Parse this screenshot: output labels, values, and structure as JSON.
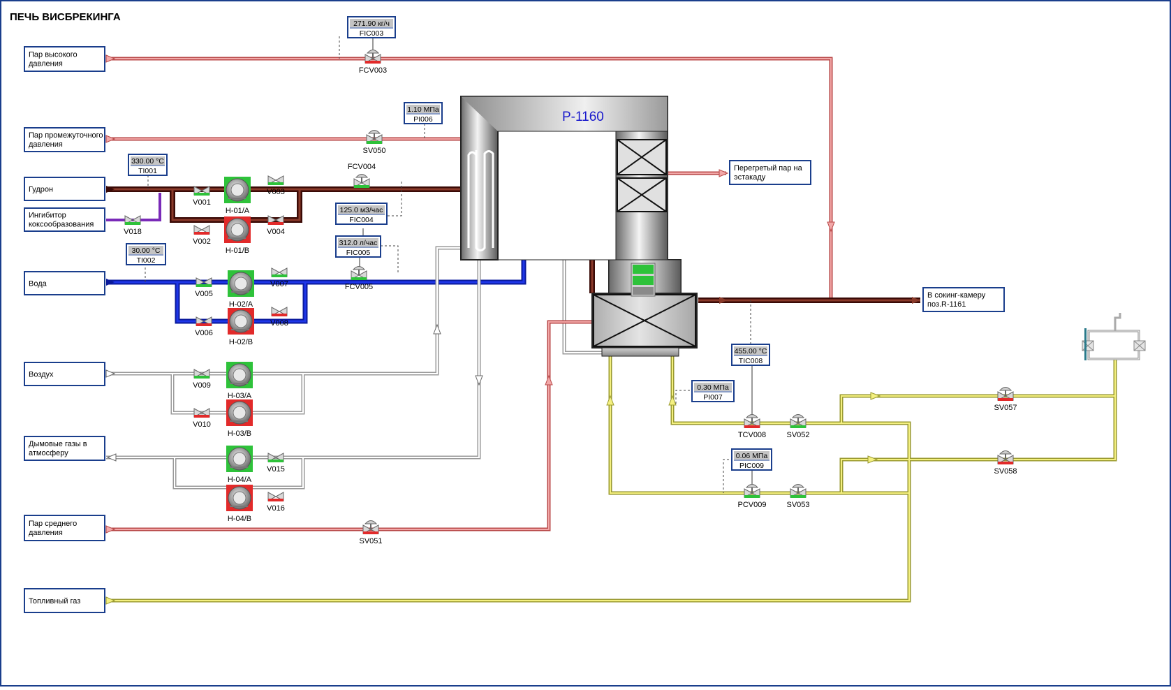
{
  "title": "ПЕЧЬ ВИСБРЕКИНГА",
  "furnace": {
    "label": "Р-1160"
  },
  "colors": {
    "steam_hp": "#e86a6a",
    "tar": "#5a1a10",
    "water": "#0a1ecc",
    "air": "#c8c8c8",
    "fuel": "#e4e070",
    "inhibitor": "#7a2ab8",
    "on": "#2ec23a",
    "off": "#e22a2a",
    "box_border": "#1a3e8c"
  },
  "sources": {
    "steam_high": "Пар высокого давления",
    "steam_mid_pressure": "Пар промежуточного давления",
    "gudron": "Гудрон",
    "inhibitor": "Ингибитор коксообразования",
    "water": "Вода",
    "air": "Воздух",
    "flue": "Дымовые газы в атмосферу",
    "steam_medium": "Пар среднего давления",
    "fuel": "Топливный газ"
  },
  "destinations": {
    "superheated": "Перегретый пар на эстакаду",
    "soaking": "В сокинг-камеру поз.R-1161"
  },
  "instruments": {
    "FIC003": {
      "tag": "FIC003",
      "value": "271.90 кг/ч"
    },
    "PI006": {
      "tag": "PI006",
      "value": "1.10 МПа"
    },
    "TI001": {
      "tag": "TI001",
      "value": "330.00 °C"
    },
    "FIC004": {
      "tag": "FIC004",
      "value": "125.0 м3/час"
    },
    "FIC005": {
      "tag": "FIC005",
      "value": "312.0 л/час"
    },
    "TI002": {
      "tag": "TI002",
      "value": "30.00 °C"
    },
    "TIC008": {
      "tag": "TIC008",
      "value": "455.00 °C"
    },
    "PI007": {
      "tag": "PI007",
      "value": "0.30 МПа"
    },
    "PIC009": {
      "tag": "PIC009",
      "value": "0.06 МПа"
    }
  },
  "valves": {
    "FCV003": {
      "label": "FCV003",
      "state": "off"
    },
    "SV050": {
      "label": "SV050",
      "state": "on"
    },
    "FCV004": {
      "label": "FCV004",
      "state": "on"
    },
    "FCV005": {
      "label": "FCV005",
      "state": "on"
    },
    "V001": {
      "label": "V001",
      "state": "on"
    },
    "V002": {
      "label": "V002",
      "state": "off"
    },
    "V003": {
      "label": "V003",
      "state": "on"
    },
    "V004": {
      "label": "V004",
      "state": "off"
    },
    "V018": {
      "label": "V018",
      "state": "on"
    },
    "V005": {
      "label": "V005",
      "state": "on"
    },
    "V006": {
      "label": "V006",
      "state": "off"
    },
    "V007": {
      "label": "V007",
      "state": "on"
    },
    "V008": {
      "label": "V008",
      "state": "off"
    },
    "V009": {
      "label": "V009",
      "state": "on"
    },
    "V010": {
      "label": "V010",
      "state": "off"
    },
    "V015": {
      "label": "V015",
      "state": "on"
    },
    "V016": {
      "label": "V016",
      "state": "off"
    },
    "SV051": {
      "label": "SV051",
      "state": "off"
    },
    "TCV008": {
      "label": "TCV008",
      "state": "off"
    },
    "SV052": {
      "label": "SV052",
      "state": "on"
    },
    "PCV009": {
      "label": "PCV009",
      "state": "on"
    },
    "SV053": {
      "label": "SV053",
      "state": "on"
    },
    "SV057": {
      "label": "SV057",
      "state": "off"
    },
    "SV058": {
      "label": "SV058",
      "state": "off"
    }
  },
  "pumps": {
    "H01A": {
      "label": "H-01/A",
      "state": "on"
    },
    "H01B": {
      "label": "H-01/B",
      "state": "off"
    },
    "H02A": {
      "label": "H-02/A",
      "state": "on"
    },
    "H02B": {
      "label": "H-02/B",
      "state": "off"
    },
    "H03A": {
      "label": "H-03/A",
      "state": "on"
    },
    "H03B": {
      "label": "H-03/B",
      "state": "off"
    },
    "H04A": {
      "label": "H-04/A",
      "state": "on"
    },
    "H04B": {
      "label": "H-04/B",
      "state": "off"
    }
  }
}
